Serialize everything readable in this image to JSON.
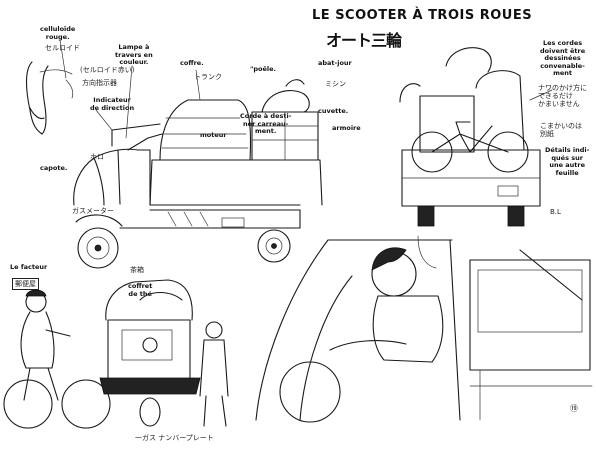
{
  "title": "LE SCOOTER À TROIS ROUES",
  "subtitle_jp": "オート三輪",
  "page_number": "⑲",
  "labels": {
    "celluloide": "celluloïde\nrouge.",
    "lampe": "Lampe à\ntravers en\ncouleur.",
    "coffre": "coffre.",
    "poele": "\"poêle.",
    "abat_jour": "abat-jour",
    "cuvette": "cuvette.",
    "armoire": "armoire",
    "indicateur": "Indicateur\nde direction",
    "moteur": "moteur",
    "corde": "Corde à desti-\nner carreau-\nment.",
    "capote": "capote.",
    "cordes_right": "Les cordes\ndoivent être\ndessinées\nconvenable-\nment",
    "details": "Détails indi-\nqués sur\nune autre\nfeuille",
    "facteur": "Le facteur",
    "coffret": "coffret\nde thé"
  },
  "jp_notes": {
    "n1": "セルロイド",
    "n2": "(セルロイド赤い)",
    "n3": "方向指示器",
    "n4": "トランク",
    "n5": "ナワのかけ方に\nできるだけ\nかまいません",
    "n6": "こまかいのは\n別紙",
    "n7": "郵便屋",
    "n8": "茶箱",
    "n9": "ホロ",
    "n10": "B.L",
    "n11": "ミシン",
    "n12": "ガスメーター",
    "n13": "一ガス ナンバープレート"
  }
}
